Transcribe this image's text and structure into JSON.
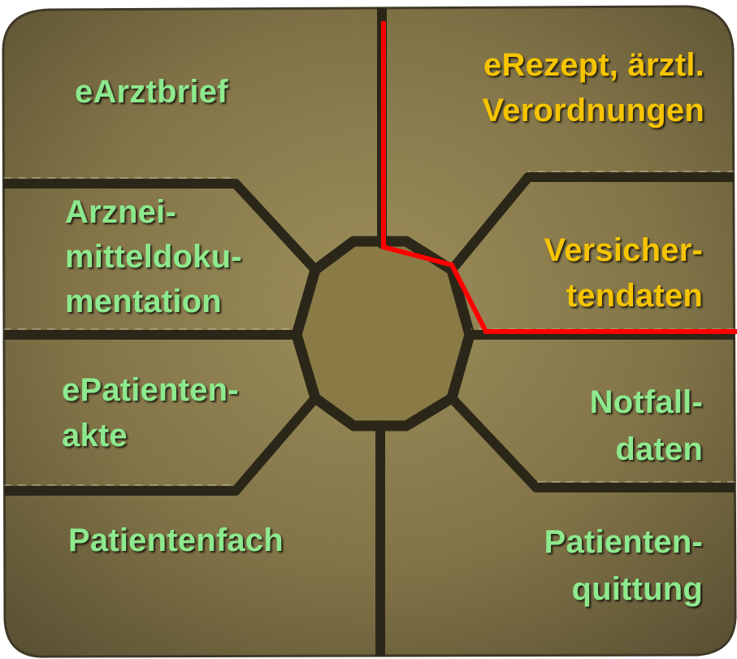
{
  "colors": {
    "contact_gold": "#7d6e3e",
    "contact_gold_light": "#a8985f",
    "contact_gold_dark": "#4f4526",
    "groove": "#2b2718",
    "background": "#ffffff",
    "label_green": "#8de98d",
    "label_yellow": "#f6c400",
    "boundary_red": "#ff0000"
  },
  "labels": {
    "earztbrief": {
      "lines": [
        "eArztbrief"
      ],
      "color": "green"
    },
    "arzneimittel": {
      "lines": [
        "Arznei-",
        "mitteldoku-",
        "mentation"
      ],
      "color": "green"
    },
    "epatientenakte": {
      "lines": [
        "ePatienten-",
        "akte"
      ],
      "color": "green"
    },
    "patientenfach": {
      "lines": [
        "Patientenfach"
      ],
      "color": "green"
    },
    "erezept": {
      "lines": [
        "eRezept, ärztl.",
        "Verordnungen"
      ],
      "color": "yellow"
    },
    "versichertendaten": {
      "lines": [
        "Versicher-",
        "tendaten"
      ],
      "color": "yellow"
    },
    "notfalldaten": {
      "lines": [
        "Notfall-",
        "daten"
      ],
      "color": "green"
    },
    "patientenquittung": {
      "lines": [
        "Patienten-",
        "quittung"
      ],
      "color": "green"
    }
  }
}
